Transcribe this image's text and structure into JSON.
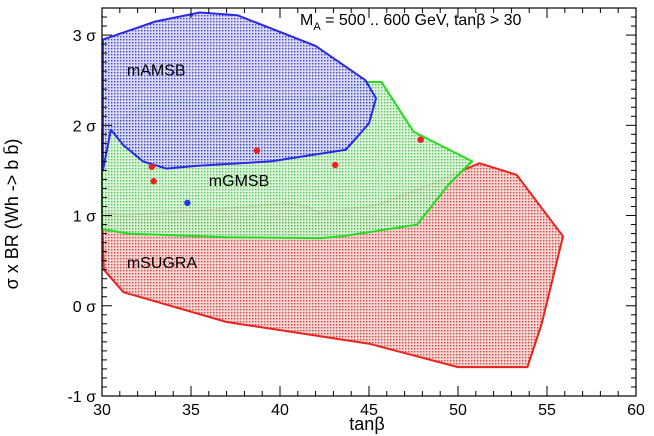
{
  "chart_data": {
    "type": "area",
    "annotation": {
      "main": "M",
      "sub": "A",
      "rest": " = 500 .. 600 GeV, tanβ > 30"
    },
    "xlabel": "tanβ",
    "ylabel": "σ x BR (Wh -> b b̄)",
    "xlim": [
      30,
      60
    ],
    "ylim": [
      -1,
      3.3
    ],
    "x_ticks": [
      30,
      35,
      40,
      45,
      50,
      55,
      60
    ],
    "y_ticks": [
      {
        "value": -1,
        "label": "-1 σ"
      },
      {
        "value": 0,
        "label": "0 σ"
      },
      {
        "value": 1,
        "label": "1 σ"
      },
      {
        "value": 2,
        "label": "2 σ"
      },
      {
        "value": 3,
        "label": "3 σ"
      }
    ],
    "grid": false,
    "regions": [
      {
        "name": "mSUGRA",
        "label_at": [
          31.4,
          0.42
        ],
        "color": "#e8241e",
        "fill": "#e89a96",
        "points": [
          [
            30,
            1.05
          ],
          [
            31,
            1.0
          ],
          [
            36.5,
            1.07
          ],
          [
            40.5,
            1.14
          ],
          [
            41.5,
            1.1
          ],
          [
            42.3,
            1.02
          ],
          [
            42.5,
            1.06
          ],
          [
            43,
            1.05
          ],
          [
            45.5,
            1.12
          ],
          [
            48.5,
            1.35
          ],
          [
            51.2,
            1.58
          ],
          [
            53.3,
            1.45
          ],
          [
            55.9,
            0.77
          ],
          [
            54.7,
            -0.2
          ],
          [
            53.9,
            -0.68
          ],
          [
            50,
            -0.68
          ],
          [
            45,
            -0.42
          ],
          [
            37,
            -0.18
          ],
          [
            31.2,
            0.15
          ],
          [
            30.1,
            0.4
          ]
        ]
      },
      {
        "name": "mGMSB",
        "label_at": [
          36,
          1.33
        ],
        "color": "#22dd22",
        "fill": "#a8e6a8",
        "points": [
          [
            30,
            1.95
          ],
          [
            30.6,
            1.98
          ],
          [
            32.4,
            2.25
          ],
          [
            42.5,
            2.3
          ],
          [
            44.8,
            2.48
          ],
          [
            45.7,
            2.48
          ],
          [
            47.5,
            1.93
          ],
          [
            50.8,
            1.6
          ],
          [
            49.5,
            1.35
          ],
          [
            47.7,
            0.9
          ],
          [
            43.5,
            0.77
          ],
          [
            42.3,
            0.75
          ],
          [
            37,
            0.76
          ],
          [
            31.5,
            0.8
          ],
          [
            30,
            0.85
          ]
        ]
      },
      {
        "name": "mAMSB",
        "label_at": [
          31.4,
          2.55
        ],
        "color": "#2a2ae6",
        "fill": "#a4a4e6",
        "points": [
          [
            30.05,
            1.5
          ],
          [
            30.05,
            2.95
          ],
          [
            33,
            3.15
          ],
          [
            35.5,
            3.25
          ],
          [
            37.6,
            3.22
          ],
          [
            42,
            2.88
          ],
          [
            44.8,
            2.5
          ],
          [
            45.4,
            2.3
          ],
          [
            45,
            2.02
          ],
          [
            43.7,
            1.73
          ],
          [
            39.5,
            1.6
          ],
          [
            35.3,
            1.55
          ],
          [
            33.6,
            1.52
          ],
          [
            32.3,
            1.6
          ],
          [
            31.2,
            1.78
          ],
          [
            30.5,
            1.95
          ]
        ]
      }
    ],
    "points": [
      {
        "x": 32.8,
        "y": 1.54,
        "color": "#e8241e"
      },
      {
        "x": 32.9,
        "y": 1.38,
        "color": "#e8241e"
      },
      {
        "x": 38.7,
        "y": 1.72,
        "color": "#e8241e"
      },
      {
        "x": 43.1,
        "y": 1.56,
        "color": "#e8241e"
      },
      {
        "x": 47.9,
        "y": 1.84,
        "color": "#e8241e"
      },
      {
        "x": 34.8,
        "y": 1.14,
        "color": "#1e34e6"
      }
    ]
  }
}
